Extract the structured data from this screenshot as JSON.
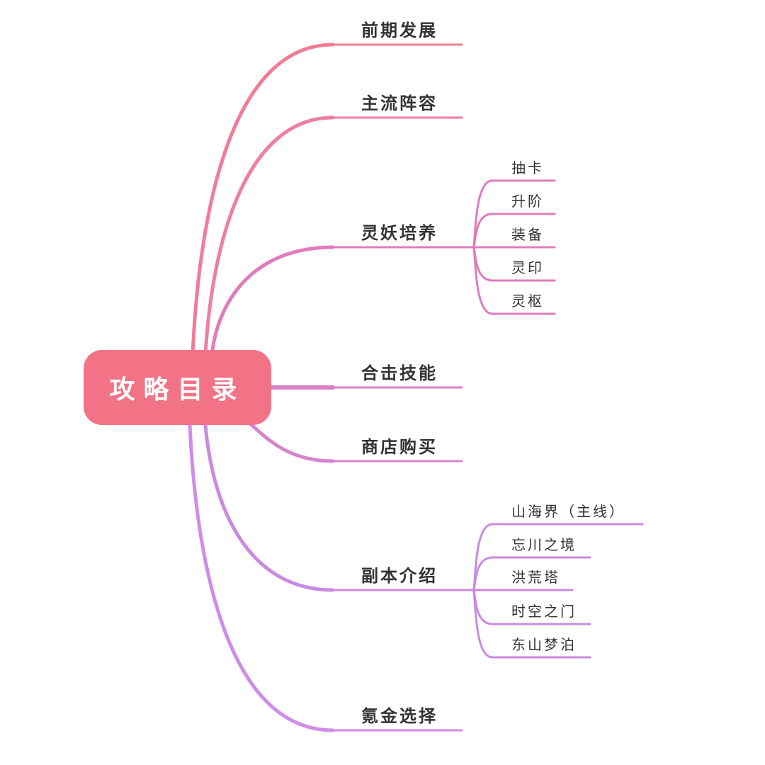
{
  "root": {
    "title": "攻略目录",
    "color": "#f27385"
  },
  "branches": [
    {
      "label": "前期发展",
      "color": "#f27c95",
      "children": []
    },
    {
      "label": "主流阵容",
      "color": "#ee7ea2",
      "children": []
    },
    {
      "label": "灵妖培养",
      "color": "#e07cbc",
      "children": [
        "抽卡",
        "升阶",
        "装备",
        "灵印",
        "灵枢"
      ]
    },
    {
      "label": "合击技能",
      "color": "#d880c8",
      "children": []
    },
    {
      "label": "商店购买",
      "color": "#d684cc",
      "children": []
    },
    {
      "label": "副本介绍",
      "color": "#c98ae0",
      "children": [
        "山海界（主线）",
        "忘川之境",
        "洪荒塔",
        "时空之门",
        "东山梦泊"
      ]
    },
    {
      "label": "氪金选择",
      "color": "#d08ce8",
      "children": []
    }
  ]
}
